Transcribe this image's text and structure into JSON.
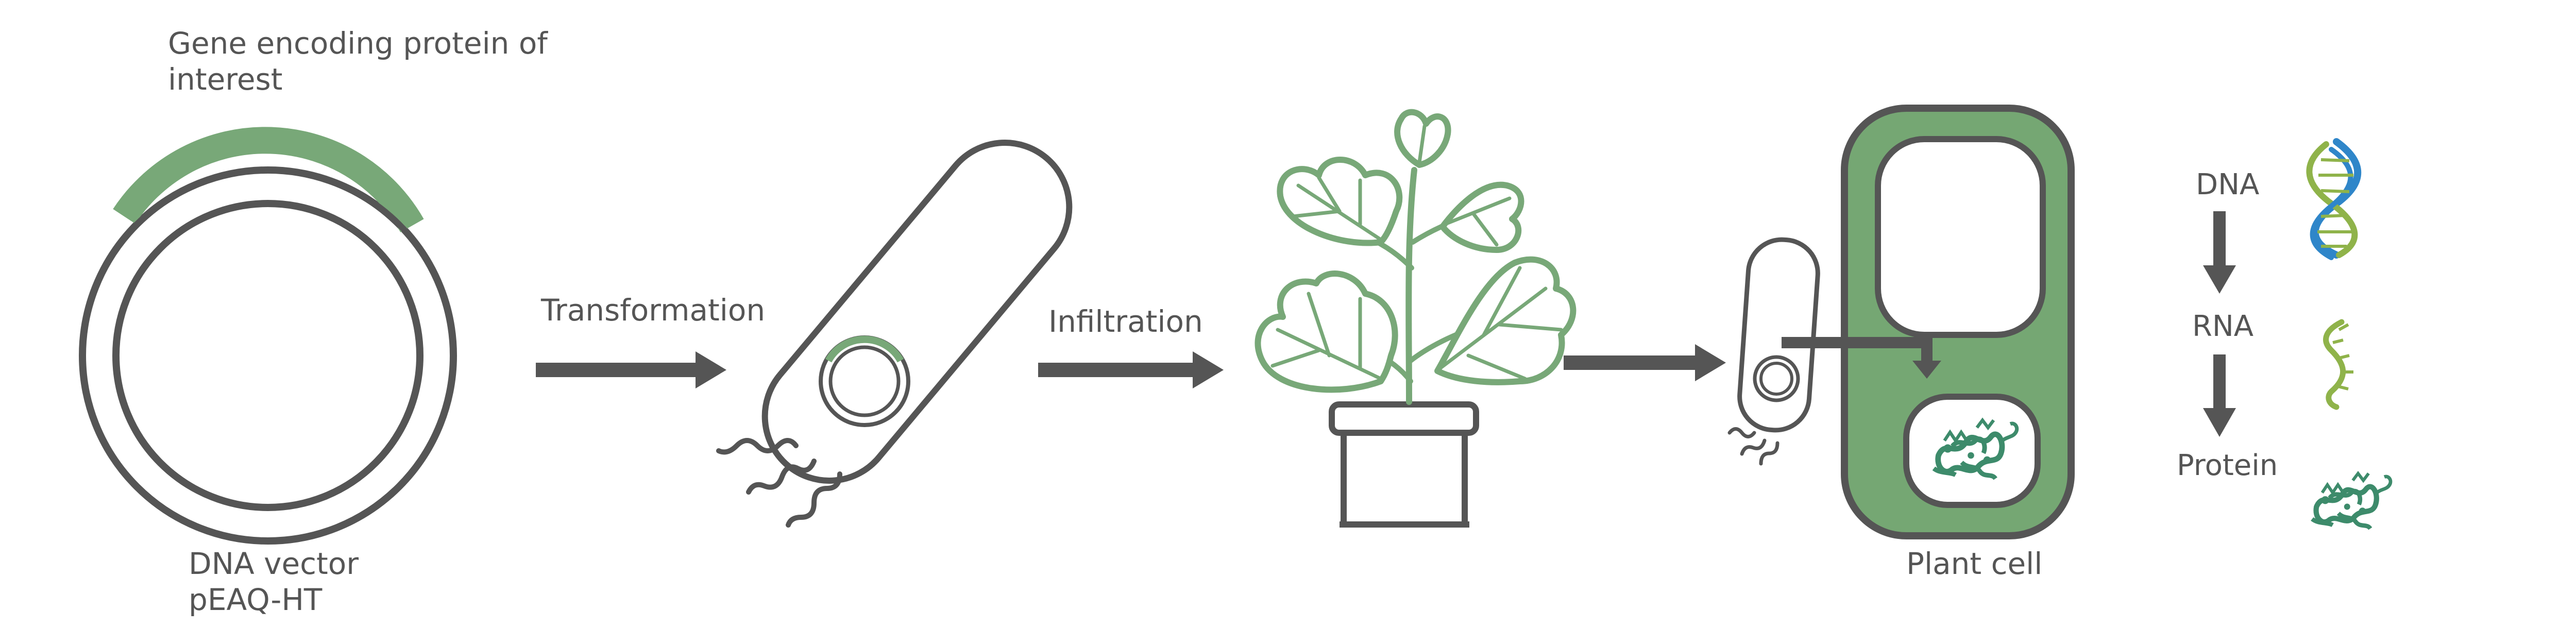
{
  "labels": {
    "gene": [
      "Gene encoding protein of",
      "interest"
    ],
    "vector": [
      "DNA vector",
      "pEAQ-HT"
    ],
    "transformation": "Transformation",
    "infiltration": "Infiltration",
    "plant_cell": "Plant cell",
    "dna": "DNA",
    "rna": "RNA",
    "protein": "Protein"
  },
  "colors": {
    "outline": "#555555",
    "green": "#78a878",
    "cell_fill": "#75a773",
    "arrow": "#555555",
    "dna_blue": "#2f86c9",
    "dna_green": "#8fb34a",
    "protein": "#3d8b6b",
    "text": "#555555"
  },
  "icons": [
    "plasmid-icon",
    "bacterium-icon",
    "plant-icon",
    "plant-cell-icon",
    "dna-helix-icon",
    "rna-strand-icon",
    "protein-icon"
  ]
}
